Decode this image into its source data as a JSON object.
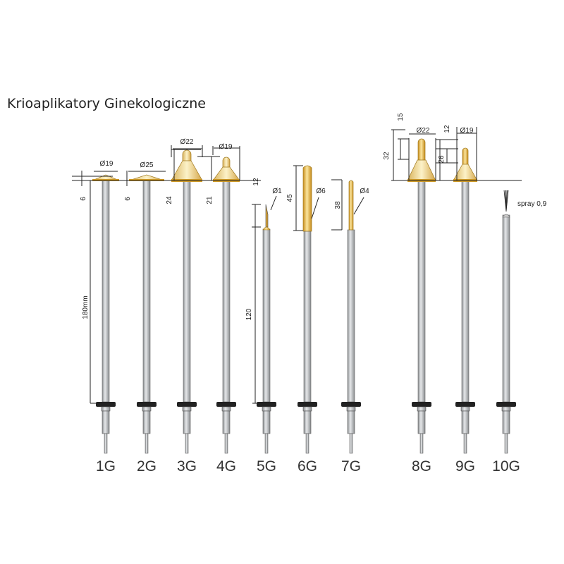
{
  "title": "Krioaplikatory Ginekologiczne",
  "probes": [
    {
      "label": "1G",
      "diameter": "Ø19",
      "height": "6",
      "length": "180mm"
    },
    {
      "label": "2G",
      "diameter": "Ø25",
      "height": "6"
    },
    {
      "label": "3G",
      "diameter": "Ø22",
      "height": "24"
    },
    {
      "label": "4G",
      "diameter": "Ø19",
      "height": "21"
    },
    {
      "label": "5G",
      "diameter": "Ø1",
      "height": "12",
      "length": "120"
    },
    {
      "label": "6G",
      "diameter": "Ø6",
      "height": "45"
    },
    {
      "label": "7G",
      "diameter": "Ø4",
      "height": "38"
    },
    {
      "label": "8G",
      "diameter": "Ø22",
      "height": "32",
      "tip": "15"
    },
    {
      "label": "9G",
      "diameter": "Ø19",
      "height": "26",
      "tip": "12"
    },
    {
      "label": "10G",
      "spray": "spray 0,9"
    }
  ],
  "colors": {
    "gold": "#e8b84a",
    "shaft": "#b9bcbf",
    "collar": "#222222"
  }
}
